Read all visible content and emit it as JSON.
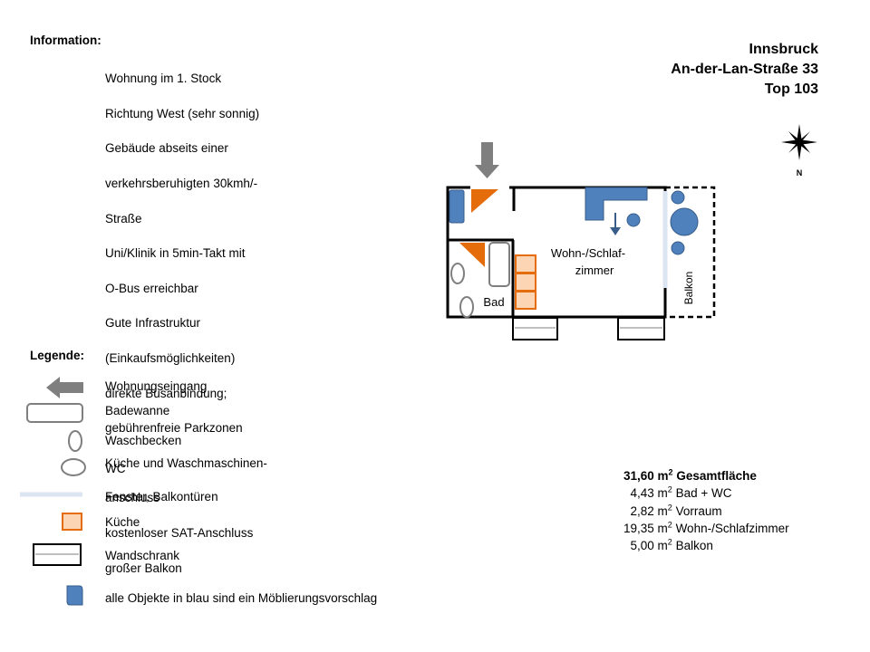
{
  "information": {
    "title": "Information:",
    "lines": [
      "Wohnung im 1. Stock",
      "Richtung West (sehr sonnig)",
      "Gebäude abseits einer",
      "verkehrsberuhigten 30kmh/-",
      "Straße",
      "Uni/Klinik in 5min-Takt mit",
      "O-Bus erreichbar",
      "Gute Infrastruktur",
      "(Einkaufsmöglichkeiten)",
      "direkte Busanbindung;",
      "gebührenfreie Parkzonen",
      "Küche und Waschmaschinen-",
      "anschluss",
      "kostenloser SAT-Anschluss",
      "großer Balkon"
    ]
  },
  "address": {
    "city": "Innsbruck",
    "street": "An-der-Lan-Straße 33",
    "unit": "Top 103"
  },
  "compass": {
    "label": "N"
  },
  "plan": {
    "living_room_line1": "Wohn-/Schlaf-",
    "living_room_line2": "zimmer",
    "bathroom": "Bad",
    "balcony": "Balkon"
  },
  "legend": {
    "title": "Legende:",
    "entrance": "Wohnungseingang",
    "bathtub": "Badewanne",
    "sink": "Waschbecken",
    "wc": "WC",
    "windows": "Fenster, Balkontüren",
    "kitchen": "Küche",
    "wardrobe": "Wandschrank",
    "furniture": "alle Objekte in blau sind ein Möblierungsvorschlag"
  },
  "areas": {
    "total_value": "31,60 m",
    "total_label": "Gesamtfläche",
    "rows": [
      {
        "value": "  4,43 m",
        "label": "Bad + WC"
      },
      {
        "value": "  2,82 m",
        "label": "Vorraum"
      },
      {
        "value": "19,35 m",
        "label": "Wohn-/Schlafzimmer"
      },
      {
        "value": "  5,00 m",
        "label": "Balkon"
      }
    ],
    "unit_exp": "2"
  },
  "colors": {
    "orange": "#E46C0A",
    "blue": "#4F81BD",
    "gray": "#7F7F7F",
    "window": "#DCE6F2",
    "kitchen_fill": "#FCD5B5"
  }
}
